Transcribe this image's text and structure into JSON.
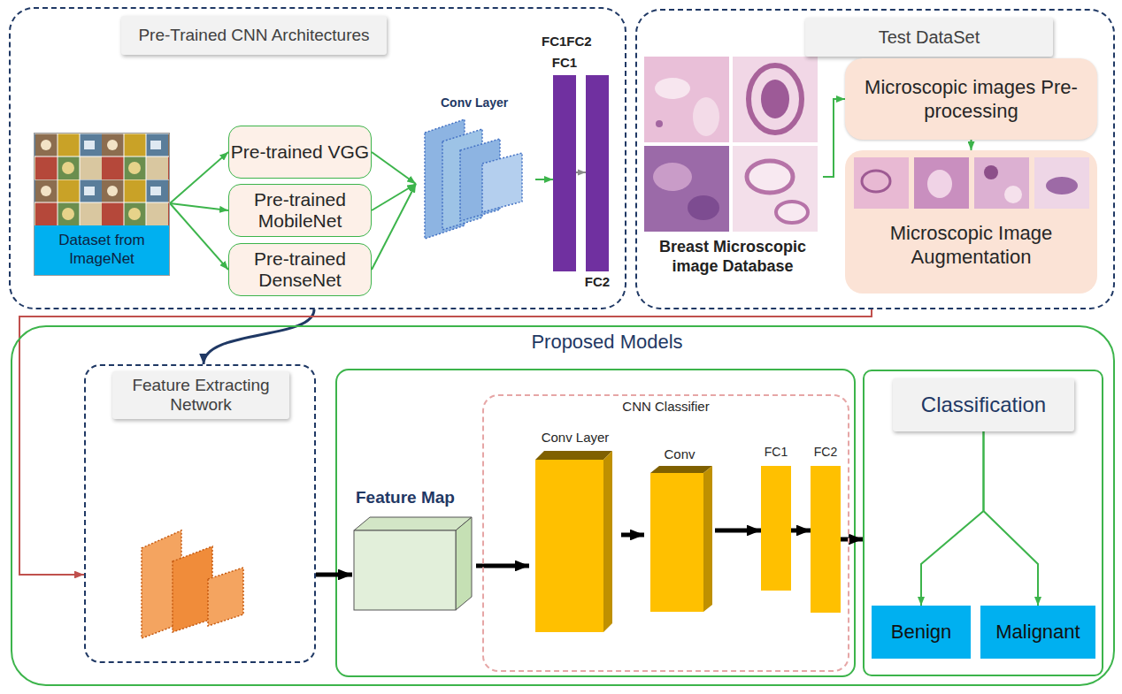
{
  "diagram": {
    "nodes": [
      {
        "text": [
          "Pre-Trained CNN Architectures"
        ]
      },
      {
        "text": [
          "Dataset from ImageNet"
        ],
        "in": 0
      },
      {
        "text": [
          "Pre-trained VGG"
        ],
        "in": 0
      },
      {
        "text": [
          "Pre-trained MobileNet"
        ],
        "in": 0
      },
      {
        "text": [
          "Pre-trained DenseNet"
        ],
        "in": 0
      },
      {
        "text": [
          "Conv Layer"
        ],
        "in": 0
      },
      {
        "text": [
          "FC1"
        ],
        "in": 0
      },
      {
        "text": [
          "FC2"
        ],
        "in": 0
      },
      {
        "text": [
          "Test DataSet"
        ]
      },
      {
        "text": [
          "Breast Microscopic image Database"
        ],
        "in": 8
      },
      {
        "text": [
          "Microscopic images Pre-processing"
        ],
        "in": 8
      },
      {
        "text": [
          "Microscopic Image Augmentation"
        ],
        "in": 8
      },
      {
        "text": [
          "Proposed Models"
        ]
      },
      {
        "text": [
          "Feature Extracting Network"
        ],
        "in": 12
      },
      {
        "text": [
          "Feature Map"
        ],
        "in": 12
      },
      {
        "text": [
          "CNN Classifier"
        ],
        "in": 12
      },
      {
        "text": [
          "Conv Layer"
        ],
        "in": 15
      },
      {
        "text": [
          "Conv"
        ],
        "in": 15
      },
      {
        "text": [
          "FC1"
        ],
        "in": 15
      },
      {
        "text": [
          "FC2"
        ],
        "in": 15
      },
      {
        "text": [
          "Classification"
        ],
        "in": 12
      },
      {
        "text": [
          "Benign"
        ],
        "in": 20
      },
      {
        "text": [
          "Malignant"
        ],
        "in": 20
      }
    ],
    "edges": [
      {
        "from": 1,
        "to": 2,
        "arrow": "to"
      },
      {
        "from": 1,
        "to": 3,
        "arrow": "to"
      },
      {
        "from": 1,
        "to": 4,
        "arrow": "to"
      },
      {
        "from": 2,
        "to": 5,
        "arrow": "to"
      },
      {
        "from": 3,
        "to": 5,
        "arrow": "to"
      },
      {
        "from": 4,
        "to": 5,
        "arrow": "to"
      },
      {
        "from": 5,
        "to": 6,
        "arrow": "to"
      },
      {
        "from": 6,
        "to": 7,
        "arrow": "to"
      },
      {
        "from": 9,
        "to": 10,
        "arrow": "to"
      },
      {
        "from": 10,
        "to": 11,
        "arrow": "to"
      },
      {
        "from": 0,
        "to": 13,
        "arrow": "to"
      },
      {
        "from": 8,
        "to": 13,
        "arrow": "to"
      },
      {
        "from": 13,
        "to": 14,
        "arrow": "to"
      },
      {
        "from": 14,
        "to": 16,
        "arrow": "to"
      },
      {
        "from": 16,
        "to": 17,
        "arrow": "to"
      },
      {
        "from": 17,
        "to": 18,
        "arrow": "to"
      },
      {
        "from": 18,
        "to": 19,
        "arrow": "to"
      },
      {
        "from": 19,
        "to": 20,
        "arrow": "to"
      },
      {
        "from": 20,
        "to": 21,
        "arrow": "to"
      },
      {
        "from": 20,
        "to": 22,
        "arrow": "to"
      }
    ],
    "labels": [
      "FC1FC2"
    ]
  }
}
